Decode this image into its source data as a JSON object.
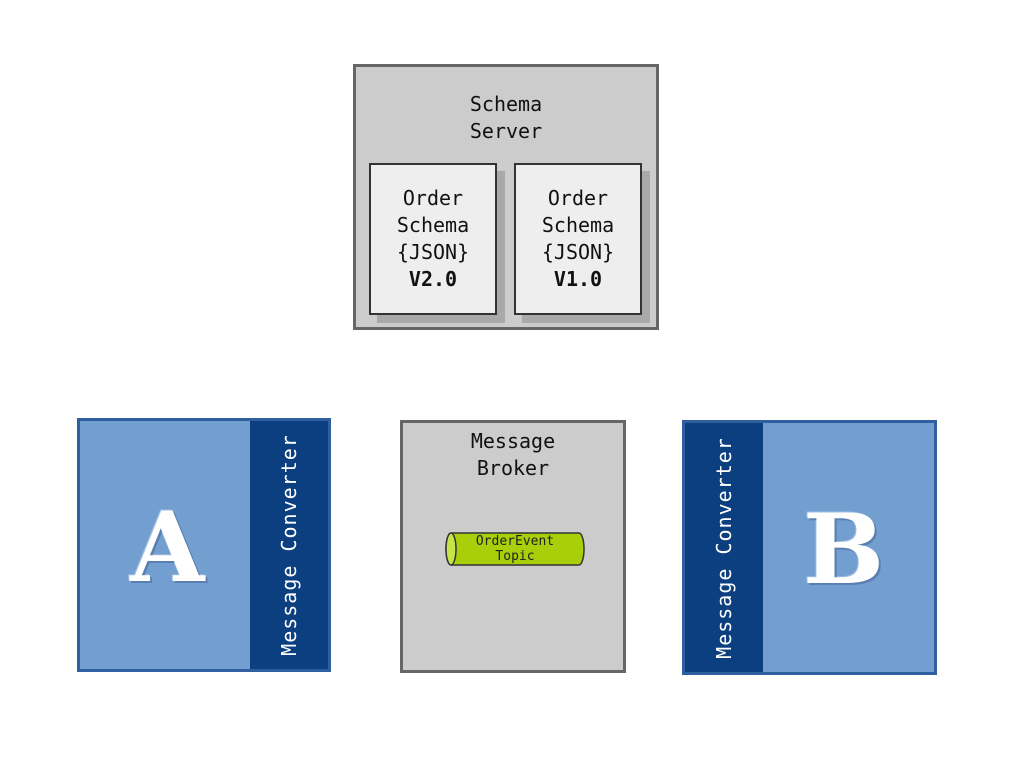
{
  "schema_server": {
    "title": "Schema\nServer",
    "schemas": [
      {
        "name": "Order",
        "kind": "Schema",
        "format": "{JSON}",
        "version": "V2.0"
      },
      {
        "name": "Order",
        "kind": "Schema",
        "format": "{JSON}",
        "version": "V1.0"
      }
    ]
  },
  "service_a": {
    "letter": "A",
    "converter_label": "Message Converter"
  },
  "service_b": {
    "letter": "B",
    "converter_label": "Message Converter"
  },
  "message_broker": {
    "title": "Message\nBroker",
    "topic": {
      "line1": "OrderEvent",
      "line2": "Topic"
    }
  },
  "colors": {
    "server_fill": "#cccccc",
    "service_fill": "#729fcf",
    "converter_fill": "#0b3f80",
    "topic_fill": "#a8cf0a"
  }
}
